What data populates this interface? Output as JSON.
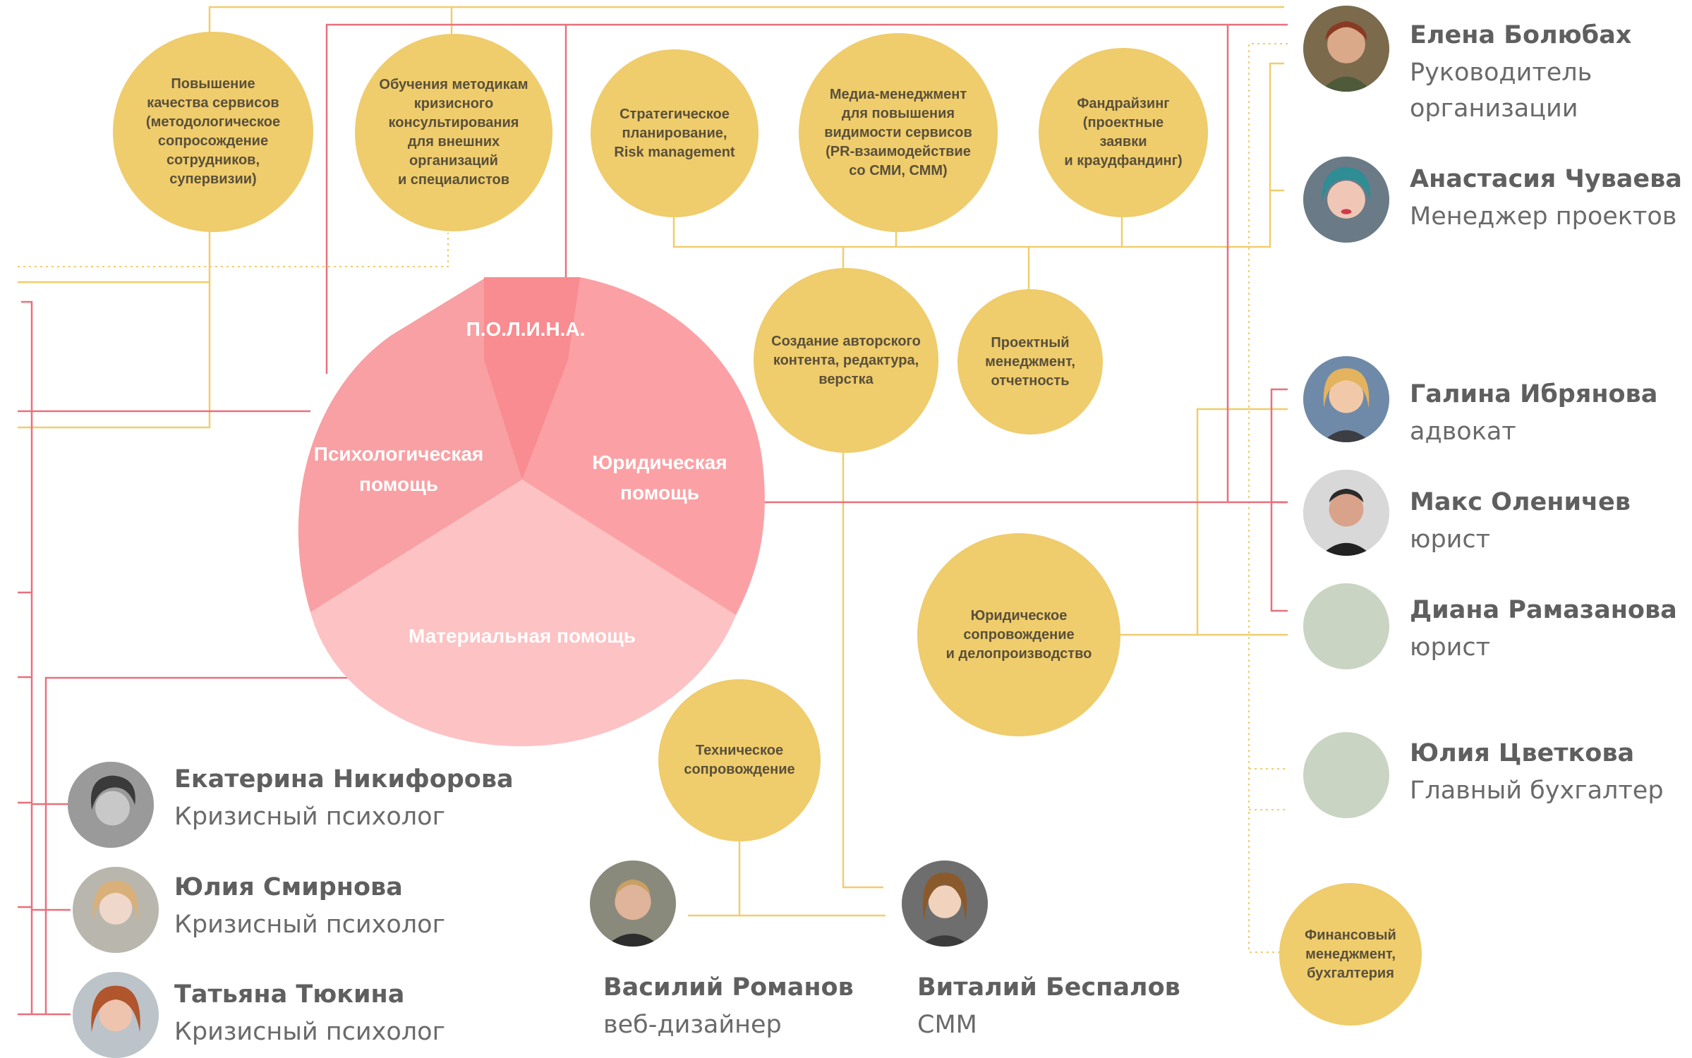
{
  "colors": {
    "red_line": "#e8707c",
    "yellow_line": "#f0cd6d",
    "circle": "#efcc6c",
    "petal_psych": "#f8a0a4",
    "petal_legal": "#fba1a5",
    "petal_polina": "#f88c90",
    "petal_material": "#fdc2c4",
    "placeholder_avatar": "#c9d4c3"
  },
  "core": {
    "polina": "П.О.Л.И.Н.А.",
    "psych": "Психологическая\nпомощь",
    "legal": "Юридическая\nпомощь",
    "material": "Материальная помощь"
  },
  "services": {
    "quality": "Повышение\nкачества сервисов\n(методологическое\nсопросождение\nсотрудников,\nсупервизии)",
    "training": "Обучения методикам\nкризисного\nконсультирования\nдля внешних\nорганизаций\nи специалистов",
    "strategy": "Стратегическое\nпланирование,\nRisk management",
    "media": "Медиа-менеджмент\nдля повышения\nвидимости сервисов\n(PR-взаимодействие\nсо СМИ, СММ)",
    "fundraising": "Фандрайзинг\n(проектные\nзаявки\nи краудфандинг)",
    "content": "Создание авторского\nконтента, редактура,\nверстка",
    "project": "Проектный\nменеджмент,\nотчетность",
    "legal_support": "Юридическое\nсопровождение\nи делопроизводство",
    "tech": "Техническое\nсопровождение",
    "finance": "Финансовый\nменеджмент,\nбухгалтерия"
  },
  "people": {
    "bolyubakh": {
      "name": "Елена Болюбах",
      "role": "Руководитель\nорганизации"
    },
    "chuvaeva": {
      "name": "Анастасия Чуваева",
      "role": "Менеджер проектов"
    },
    "ibryanova": {
      "name": "Галина Ибрянова",
      "role": "адвокат"
    },
    "olenichev": {
      "name": "Макс Оленичев",
      "role": "юрист"
    },
    "ramazanova": {
      "name": "Диана Рамазанова",
      "role": "юрист"
    },
    "tsvetkova": {
      "name": "Юлия Цветкова",
      "role": "Главный бухгалтер"
    },
    "nikiforova": {
      "name": "Екатерина Никифорова",
      "role": "Кризисный психолог"
    },
    "smirnova": {
      "name": "Юлия Смирнова",
      "role": "Кризисный психолог"
    },
    "tyukina": {
      "name": "Татьяна Тюкина",
      "role": "Кризисный психолог"
    },
    "romanov": {
      "name": "Василий Романов",
      "role": "веб-дизайнер"
    },
    "bespalov": {
      "name": "Виталий Беспалов",
      "role": "СММ"
    }
  }
}
